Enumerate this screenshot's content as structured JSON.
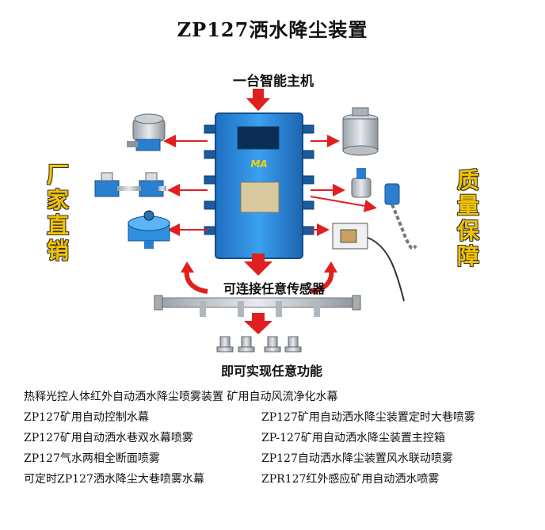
{
  "title": "ZP127洒水降尘装置",
  "main_unit_label": "一台智能主机",
  "left_tagline": [
    "厂",
    "家",
    "直",
    "销"
  ],
  "right_tagline": [
    "质",
    "量",
    "保",
    "障"
  ],
  "sensor_label": "可连接任意传感器",
  "function_label": "即可实现任意功能",
  "box_brand": "MA",
  "descriptions": {
    "row1": "热释光控人体红外自动洒水降尘喷雾装置 矿用自动风流净化水幕",
    "row2_left": "ZP127矿用自动控制水幕",
    "row2_right": "ZP127矿用自动洒水降尘装置定时大巷喷雾",
    "row3_left": "ZP127矿用自动洒水巷双水幕喷雾",
    "row3_right": "ZP-127矿用自动洒水降尘装置主控箱",
    "row4_left": "ZP127气水两相全断面喷雾",
    "row4_right": "ZP127自动洒水降尘装置风水联动喷雾",
    "row5_left": "可定时ZP127洒水降尘大巷喷雾水幕",
    "row5_right": "ZPR127红外感应矿用自动洒水喷雾"
  },
  "colors": {
    "arrow": "#e02020",
    "box": "#2f8fe0",
    "tagline": "#f4c300"
  }
}
